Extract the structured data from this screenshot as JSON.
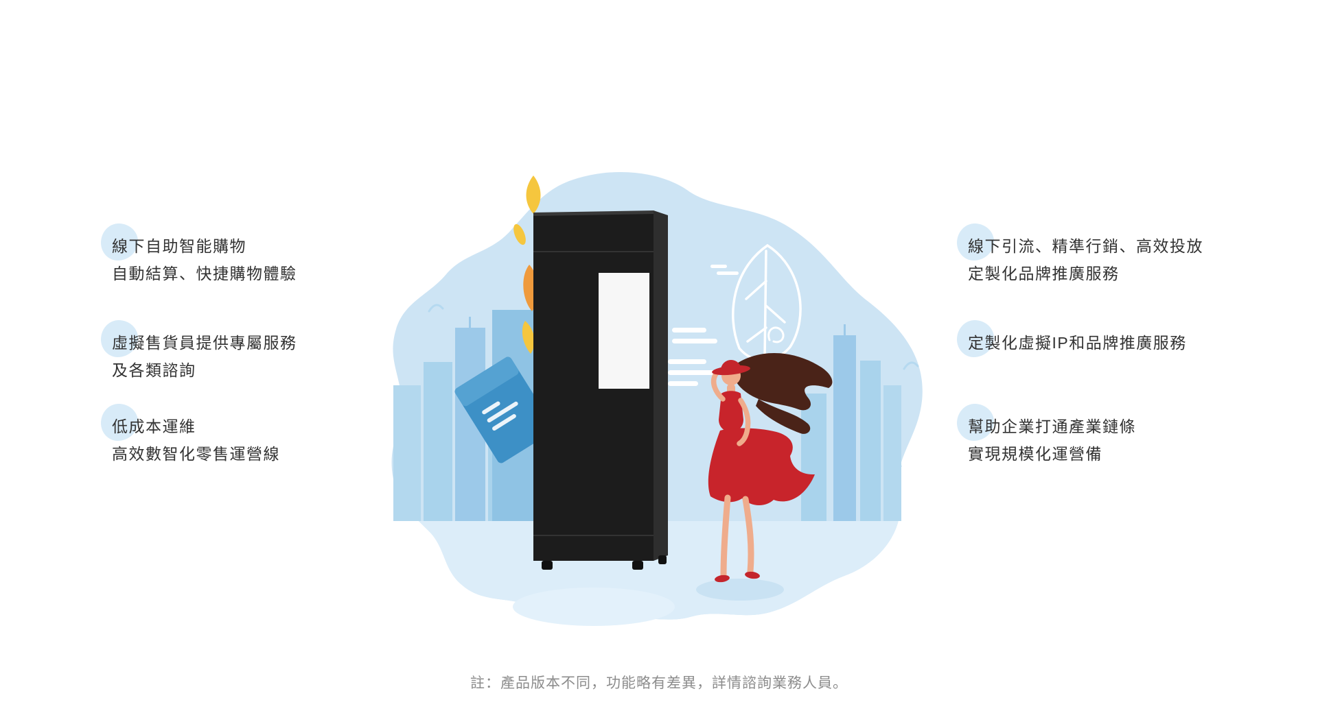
{
  "page": {
    "background": "#ffffff",
    "accent_circle": "#d8ebf8",
    "footnote": "註：產品版本不同，功能略有差異，詳情諮詢業務人員。"
  },
  "features_left": [
    {
      "lines": [
        "線下自助智能購物",
        "自動結算、快捷購物體驗"
      ]
    },
    {
      "lines": [
        "虛擬售貨員提供專屬服務",
        "及各類諮詢"
      ]
    },
    {
      "lines": [
        "低成本運維",
        "高效數智化零售運營線"
      ]
    }
  ],
  "features_right": [
    {
      "lines": [
        "線下引流、精準行銷、高效投放",
        "定製化品牌推廣服務"
      ]
    },
    {
      "lines": [
        "定製化虛擬IP和品牌推廣服務"
      ]
    },
    {
      "lines": [
        "幫助企業打通產業鏈條",
        "實現規模化運營備"
      ]
    }
  ],
  "illustration": {
    "description": "smart retail vending kiosk with woman in red dress against light blue city skyline blob",
    "colors": {
      "blob": "#cde4f4",
      "ground": "#dcedf9",
      "city_light": "#a9d3ec",
      "city_mid": "#9cc9e9",
      "city_dark": "#8fc3e4",
      "machine_body": "#1c1c1c",
      "machine_side": "#2e2e2e",
      "machine_screen": "#f7f7f7",
      "sign_blue": "#3d90c6",
      "sign_blue_light": "#55a2d2",
      "leaf_yellow": "#f5c63e",
      "leaf_orange": "#ef9a3c",
      "dress_red": "#c8242b",
      "hat_red": "#c4252c",
      "skin": "#efac8c",
      "hair_brown": "#4a2318",
      "shadow_light": "#e3f1fb",
      "shadow_mid": "#c9e2f3"
    }
  }
}
